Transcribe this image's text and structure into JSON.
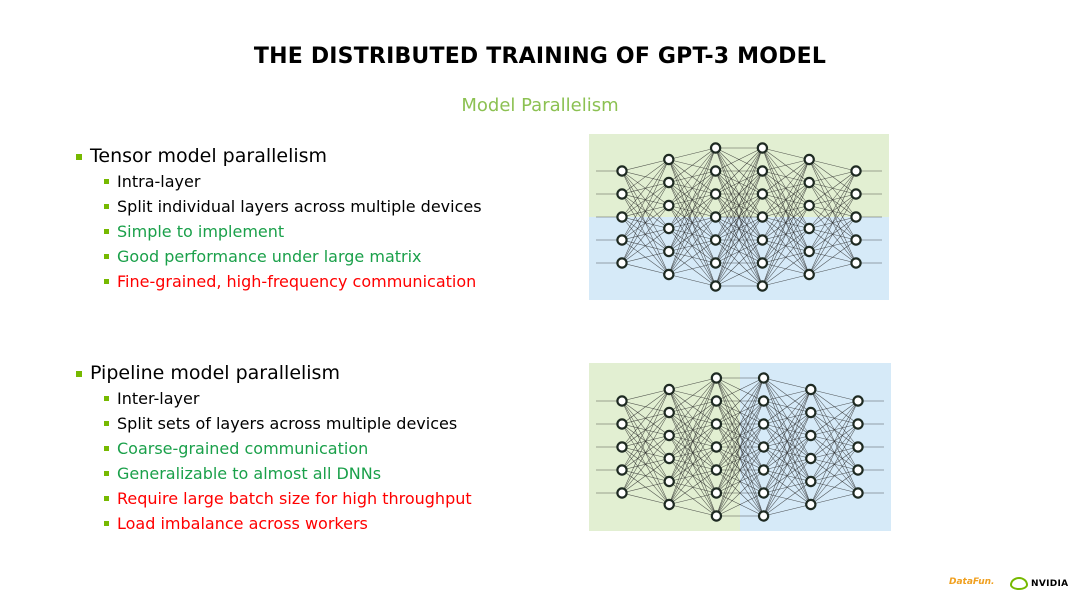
{
  "title": "THE DISTRIBUTED TRAINING OF GPT-3 MODEL",
  "subtitle": "Model Parallelism",
  "colors": {
    "bullet": "#76b900",
    "subtitle": "#8cc152",
    "positive": "#1aa04a",
    "negative": "#ff0000",
    "region_green": "#e2efd2",
    "region_blue": "#d6eaf8"
  },
  "sections": [
    {
      "heading": "Tensor model parallelism",
      "items": [
        {
          "text": "Intra-layer",
          "tone": "black"
        },
        {
          "text": "Split individual layers across multiple devices",
          "tone": "black"
        },
        {
          "text": "Simple to implement",
          "tone": "green"
        },
        {
          "text": "Good performance under large matrix",
          "tone": "green"
        },
        {
          "text": "Fine-grained, high-frequency communication",
          "tone": "red"
        }
      ]
    },
    {
      "heading": "Pipeline model parallelism",
      "items": [
        {
          "text": "Inter-layer",
          "tone": "black"
        },
        {
          "text": "Split sets of layers across multiple devices",
          "tone": "black"
        },
        {
          "text": "Coarse-grained communication",
          "tone": "green"
        },
        {
          "text": "Generalizable to almost all DNNs",
          "tone": "green"
        },
        {
          "text": "Require large batch size for high throughput",
          "tone": "red"
        },
        {
          "text": "Load imbalance across workers",
          "tone": "red"
        }
      ]
    }
  ],
  "network": {
    "layer_sizes": [
      5,
      6,
      7,
      7,
      6,
      5
    ],
    "tensor_split": "horizontal",
    "pipeline_split": "vertical"
  },
  "logos": {
    "datafun": "DataFun.",
    "nvidia": "NVIDIA"
  }
}
